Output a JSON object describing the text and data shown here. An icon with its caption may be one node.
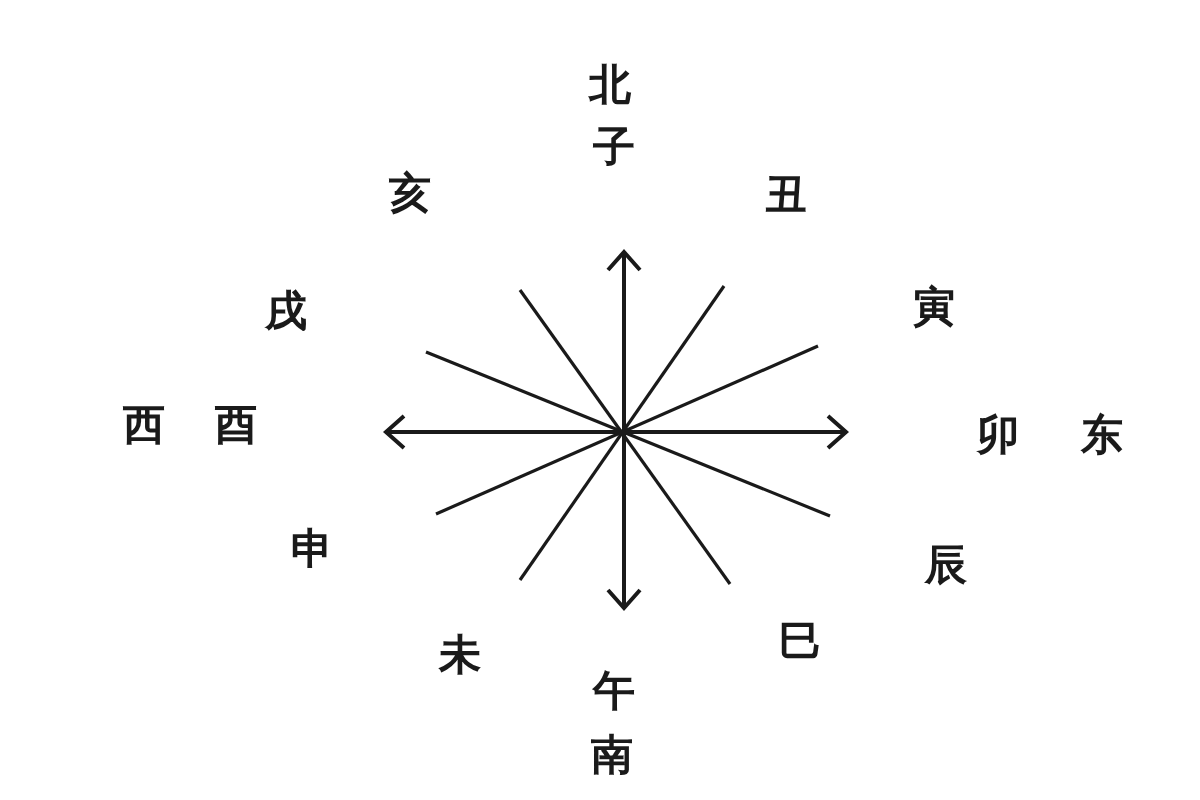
{
  "diagram": {
    "labels": [
      "北",
      "子",
      "亥",
      "丑",
      "戌",
      "寅",
      "西",
      "酉",
      "卯",
      "东",
      "申",
      "辰",
      "未",
      "巳",
      "午",
      "南"
    ]
  }
}
